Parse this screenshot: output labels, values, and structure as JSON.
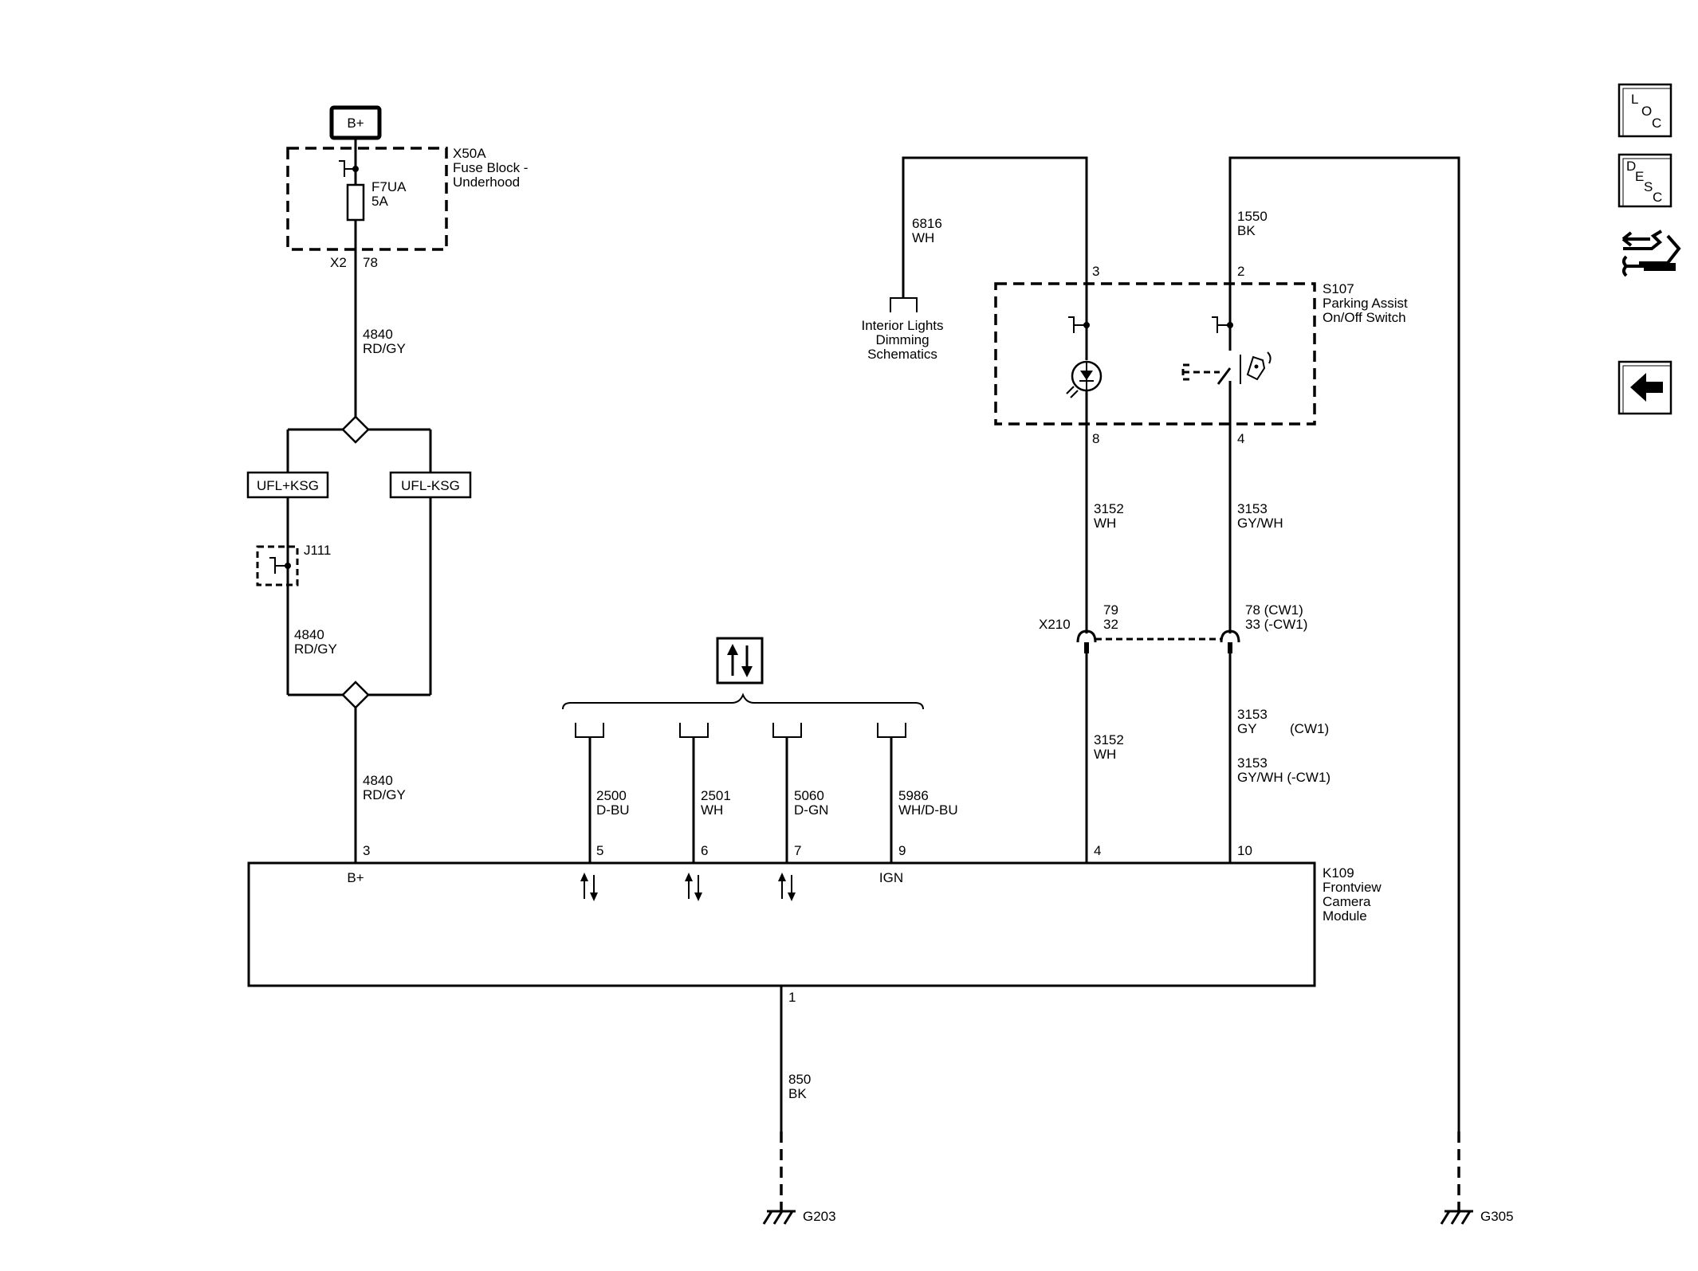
{
  "supply": {
    "label": "B+"
  },
  "fuse_block": {
    "ref": "X50A",
    "name_line1": "Fuse Block -",
    "name_line2": "Underhood",
    "fuse_ref": "F7UA",
    "fuse_rating": "5A",
    "connector": "X2",
    "pin": "78"
  },
  "splice_options": {
    "left": "UFL+KSG",
    "right": "UFL-KSG"
  },
  "jumper": {
    "ref": "J111"
  },
  "wires": {
    "w4840_top": {
      "circuit": "4840",
      "color": "RD/GY"
    },
    "w4840_mid": {
      "circuit": "4840",
      "color": "RD/GY"
    },
    "w4840_bot": {
      "circuit": "4840",
      "color": "RD/GY"
    },
    "w2500": {
      "circuit": "2500",
      "color": "D-BU"
    },
    "w2501": {
      "circuit": "2501",
      "color": "WH"
    },
    "w5060": {
      "circuit": "5060",
      "color": "D-GN"
    },
    "w5986": {
      "circuit": "5986",
      "color": "WH/D-BU"
    },
    "w6816": {
      "circuit": "6816",
      "color": "WH"
    },
    "w1550": {
      "circuit": "1550",
      "color": "BK"
    },
    "w3152_top": {
      "circuit": "3152",
      "color": "WH"
    },
    "w3152_bot": {
      "circuit": "3152",
      "color": "WH"
    },
    "w3153_top": {
      "circuit": "3153",
      "color": "GY/WH"
    },
    "w3153_cw1": {
      "circuit": "3153",
      "color": "GY",
      "option": "(CW1)"
    },
    "w3153_ncw1": {
      "circuit": "3153",
      "color": "GY/WH (-CW1)"
    },
    "w850": {
      "circuit": "850",
      "color": "BK"
    }
  },
  "interior_lights": {
    "line1": "Interior Lights",
    "line2": "Dimming",
    "line3": "Schematics"
  },
  "switch": {
    "ref": "S107",
    "name_line1": "Parking Assist",
    "name_line2": "On/Off Switch",
    "pins": {
      "p3": "3",
      "p2": "2",
      "p8": "8",
      "p4": "4"
    }
  },
  "inline_connector": {
    "ref": "X210",
    "left_top": "79",
    "left_bot": "32",
    "right_top": "78 (CW1)",
    "right_bot": "33 (-CW1)"
  },
  "module": {
    "ref": "K109",
    "name_line1": "Frontview",
    "name_line2": "Camera",
    "name_line3": "Module",
    "pins": {
      "p3": "3",
      "p5": "5",
      "p6": "6",
      "p7": "7",
      "p9": "9",
      "p4": "4",
      "p10": "10",
      "p1": "1"
    },
    "pin_labels": {
      "bplus": "B+",
      "ign": "IGN"
    }
  },
  "grounds": {
    "g203": "G203",
    "g305": "G305"
  },
  "nav": {
    "loc": {
      "l": "L",
      "o": "O",
      "c": "C"
    },
    "desc": {
      "d": "D",
      "e": "E",
      "s": "S",
      "c": "C"
    },
    "icons": [
      "connector-view-icon",
      "back-arrow-icon"
    ]
  }
}
